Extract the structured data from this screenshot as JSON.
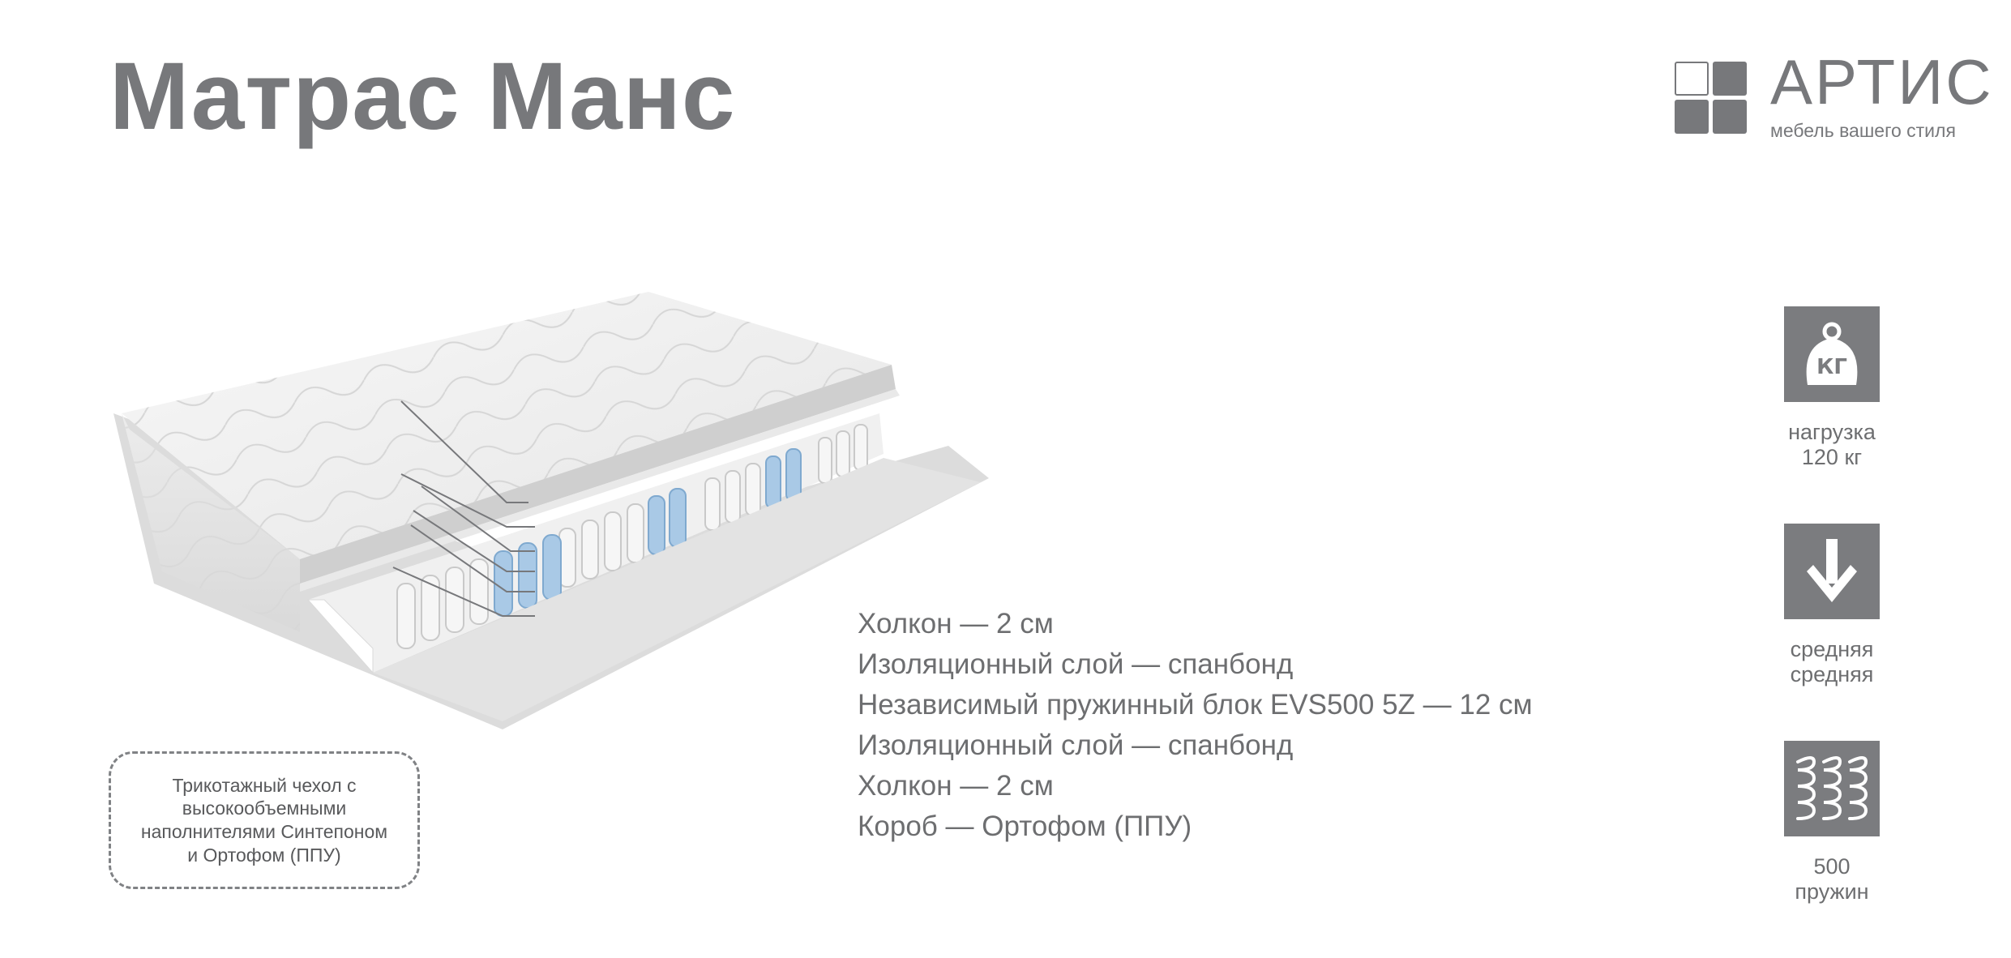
{
  "title": "Матрас Манс",
  "brand": {
    "name": "АРТИС",
    "tagline": "мебель вашего стиля"
  },
  "layers": [
    "Холкон — 2 см",
    "Изоляционный слой — спанбонд",
    "Независимый пружинный блок EVS500 5Z — 12 см",
    "Изоляционный слой — спанбонд",
    "Холкон — 2 см",
    "Короб — Ортофом (ППУ)"
  ],
  "cover_note": "Трикотажный чехол с\nвысокообъемными\nнаполнителями Синтепоном\nи Ортофом (ППУ)",
  "features": [
    {
      "icon": "weight-kg-icon",
      "icon_text": "КГ",
      "line1": "нагрузка",
      "line2": "120 кг"
    },
    {
      "icon": "arrow-down-icon",
      "line1": "средняя",
      "line2": "средняя"
    },
    {
      "icon": "springs-icon",
      "line1": "500",
      "line2": "пружин"
    }
  ],
  "colors": {
    "text_gray": "#77787b",
    "icon_box": "#7b7c7f",
    "spring_blue": "#a9c9e6",
    "spring_white": "#f4f4f4"
  }
}
